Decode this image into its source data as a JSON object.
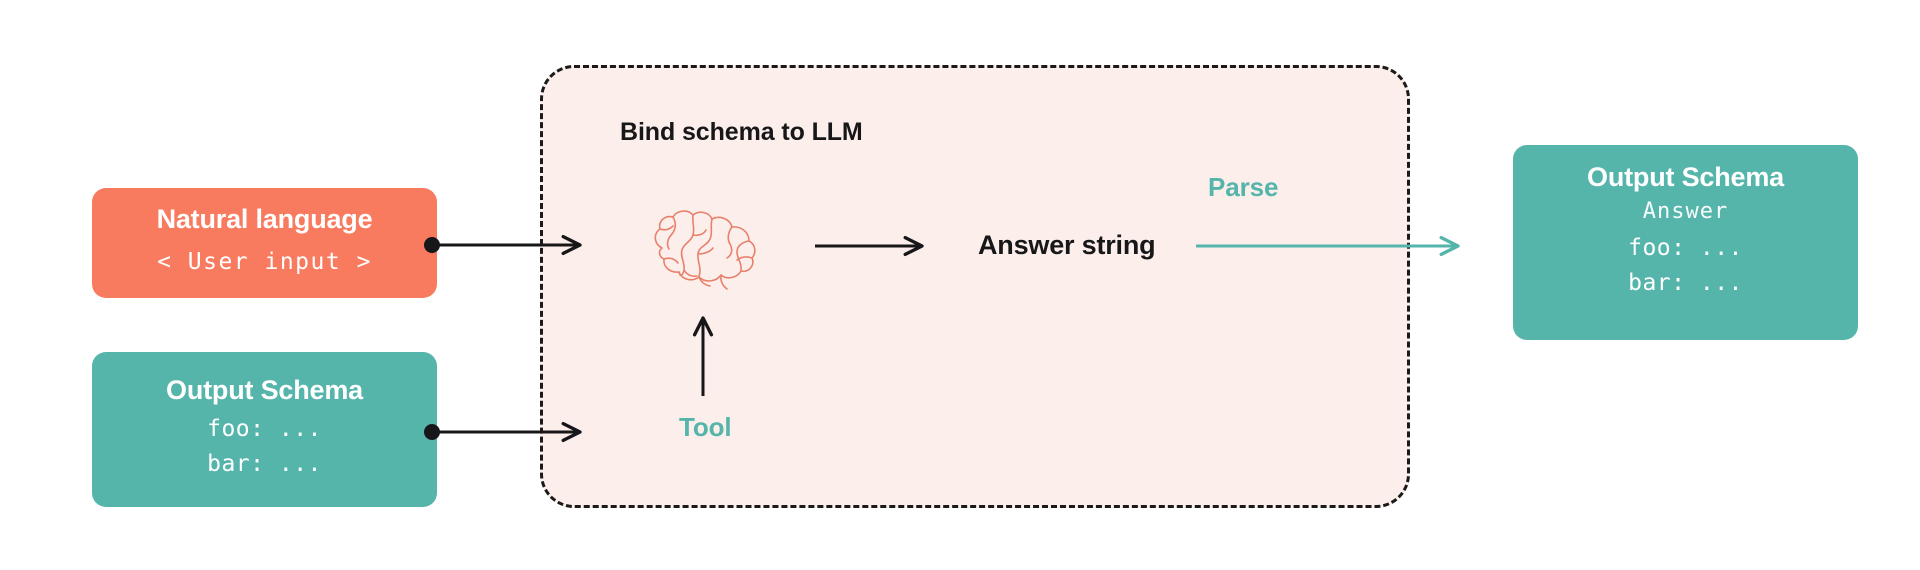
{
  "diagram": {
    "title": "Bind schema to LLM",
    "colors": {
      "background": "#ffffff",
      "coral": "#F97B5F",
      "teal": "#55B5AB",
      "pink_fill": "#FCEFEB",
      "arrow_black": "#17171a",
      "text_dark": "#17171a",
      "text_light": "#ffffff"
    }
  },
  "input_natural_language": {
    "title": "Natural language",
    "value": "< User input >"
  },
  "input_output_schema": {
    "title": "Output Schema",
    "fields": [
      "foo: ...",
      "bar: ..."
    ]
  },
  "llm_block": {
    "title": "Bind schema to LLM",
    "brain_icon": "brain-icon",
    "answer_string_label": "Answer string",
    "parse_label": "Parse",
    "tool_label": "Tool"
  },
  "output_schema": {
    "title": "Output Schema",
    "class_name": "Answer",
    "fields": [
      "foo: ...",
      "bar: ..."
    ]
  },
  "connectors": [
    {
      "name": "natural-language-to-llm",
      "from": "input_natural_language",
      "to": "llm_block",
      "color": "#17171a",
      "style": "solid-arrow-with-dot"
    },
    {
      "name": "output-schema-to-llm",
      "from": "input_output_schema",
      "to": "llm_block",
      "color": "#17171a",
      "style": "solid-arrow-with-dot"
    },
    {
      "name": "brain-to-answer-string",
      "from": "brain_icon",
      "to": "answer_string",
      "color": "#17171a",
      "style": "solid-arrow"
    },
    {
      "name": "tool-to-brain",
      "from": "tool_label",
      "to": "brain_icon",
      "color": "#17171a",
      "style": "solid-arrow-up"
    },
    {
      "name": "parse-to-output-schema",
      "from": "answer_string",
      "to": "output_schema",
      "color": "#55B5AB",
      "style": "solid-arrow"
    }
  ]
}
